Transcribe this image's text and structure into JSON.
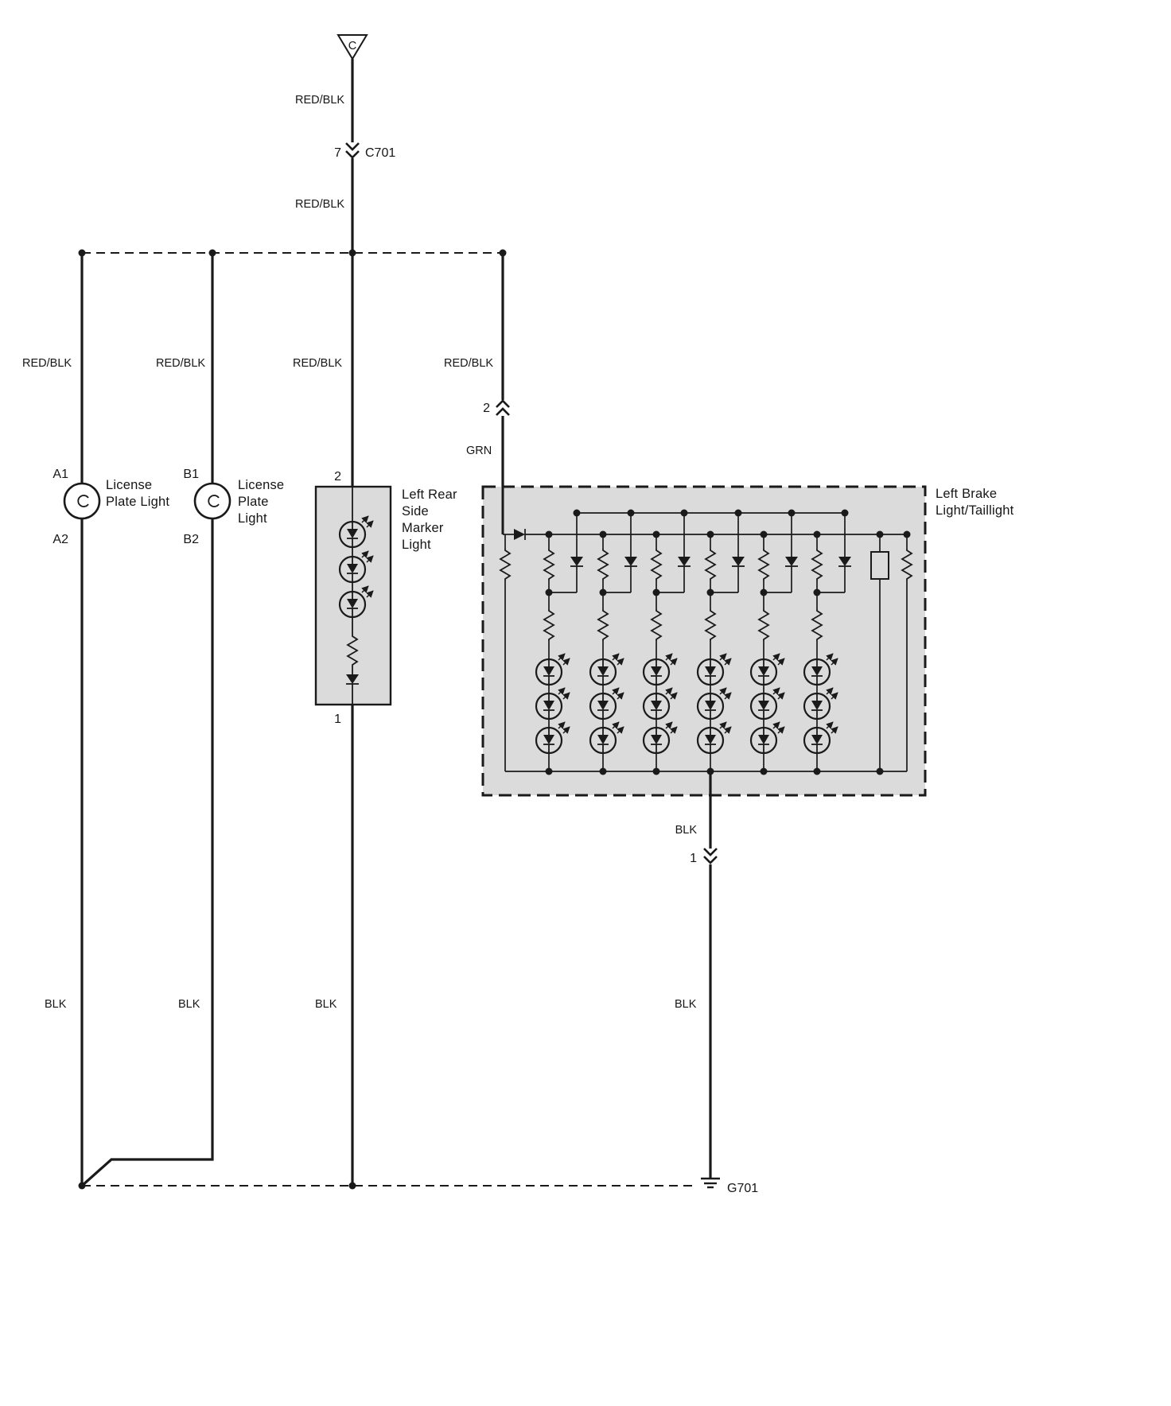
{
  "colors": {
    "module_fill": "#dbdbdb",
    "line": "#1a1a1a"
  },
  "top": {
    "triangle_label": "C",
    "wire_top": "RED/BLK",
    "pin": "7",
    "connector": "C701",
    "wire_bottom": "RED/BLK"
  },
  "branch_a": {
    "wire_top": "RED/BLK",
    "pin_top": "A1",
    "name_lines": [
      "License",
      "Plate Light"
    ],
    "pin_bottom": "A2",
    "wire_bottom": "BLK"
  },
  "branch_b": {
    "wire_top": "RED/BLK",
    "pin_top": "B1",
    "name_lines": [
      "License",
      "Plate",
      "Light"
    ],
    "pin_bottom": "B2",
    "wire_bottom": "BLK"
  },
  "branch_marker": {
    "wire_top": "RED/BLK",
    "pin_top": "2",
    "name_lines": [
      "Left Rear",
      "Side",
      "Marker",
      "Light"
    ],
    "pin_bottom": "1",
    "wire_bottom": "BLK"
  },
  "branch_brake": {
    "wire_top": "RED/BLK",
    "pin_top": "2",
    "wire_mid": "GRN",
    "name_lines": [
      "Left Brake",
      "Light/Taillight"
    ],
    "wire_out_top": "BLK",
    "pin_out": "1",
    "wire_out_bottom": "BLK",
    "ground": "G701"
  }
}
